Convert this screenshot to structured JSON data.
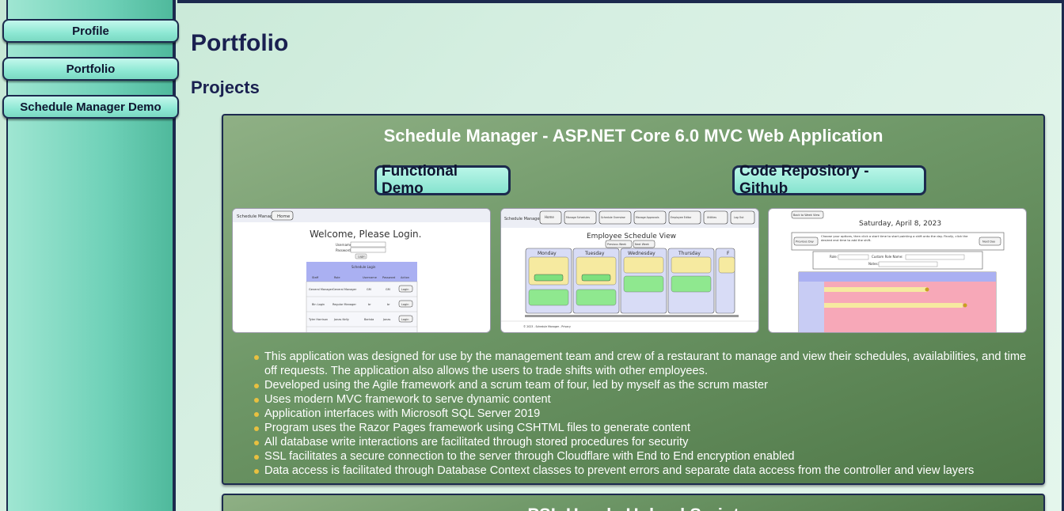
{
  "sidebar": {
    "items": [
      {
        "label": "Profile"
      },
      {
        "label": "Portfolio"
      },
      {
        "label": "Schedule Manager Demo"
      }
    ]
  },
  "main": {
    "title": "Portfolio",
    "section_title": "Projects",
    "projects": [
      {
        "title": "Schedule Manager - ASP.NET Core 6.0 MVC Web Application",
        "demo_label": "Functional Demo",
        "repo_label": "Code Repository - Github",
        "screenshots": [
          {
            "app_name": "Schedule Manager",
            "home_btn": "Home",
            "heading": "Welcome, Please Login.",
            "username_label": "Username:",
            "password_label": "Password:",
            "login_btn": "Login",
            "table_title": "Schedule Login",
            "columns": [
              "Staff",
              "Role",
              "Username",
              "Password",
              "Action"
            ],
            "rows": [
              [
                "General Manager",
                "General Manager",
                "GM",
                "GM",
                "Login"
              ],
              [
                "Bin Login",
                "Regular Manager",
                "br",
                "br",
                "Login"
              ],
              [
                "Tyler Harrison",
                "Jonas Kelly",
                "Barista",
                "Jonas",
                "Login"
              ]
            ]
          },
          {
            "app_name": "Schedule Manager",
            "nav": [
              "Home",
              "Manage Schedules",
              "Schedule Overview",
              "Manage Approvals",
              "Employee Editor",
              "Utilities",
              "Log Out"
            ],
            "heading": "Employee Schedule View",
            "prev_btn": "Previous Week",
            "next_btn": "Next Week",
            "days": [
              "Monday",
              "Tuesday",
              "Wednesday",
              "Thursday",
              "F"
            ],
            "footer": "© 2023 - Schedule Manager - Privacy"
          },
          {
            "back_btn": "Back to Week View",
            "date": "Saturday, April 8, 2023",
            "prev_btn": "Previous Day",
            "next_btn": "Next Day",
            "instructions": "Choose your options, then click a start time to start painting a shift onto the day. Finally, click the desired end time to add the shift.",
            "role_label": "Role:",
            "custom_label": "Custom Role Name:",
            "notes_label": "Notes:"
          }
        ],
        "features": [
          "This application was designed for use by the management team and crew of a restaurant to manage and view their schedules, availabilities, and time off requests. The application also allows the users to trade shifts with other employees.",
          "Developed using the Agile framework and a scrum team of four, led by myself as the scrum master",
          "Uses modern MVC framework to serve dynamic content",
          "Application interfaces with Microsoft SQL Server 2019",
          "Program uses the Razor Pages framework using CSHTML files to generate content",
          "All database write interactions are facilitated through stored procedures for security",
          "SSL facilitates a secure connection to the server through Cloudflare with End to End encryption enabled",
          "Data access is facilitated through Database Context classes to prevent errors and separate data access from the controller and view layers"
        ]
      },
      {
        "title": "PSL Hourly Upload Script"
      }
    ]
  },
  "colors": {
    "sidebar": "#6fd1b8",
    "card": "#6f9868",
    "border": "#1c2a4e",
    "title_text": "#1a2050",
    "bullet": "#e8c040"
  }
}
